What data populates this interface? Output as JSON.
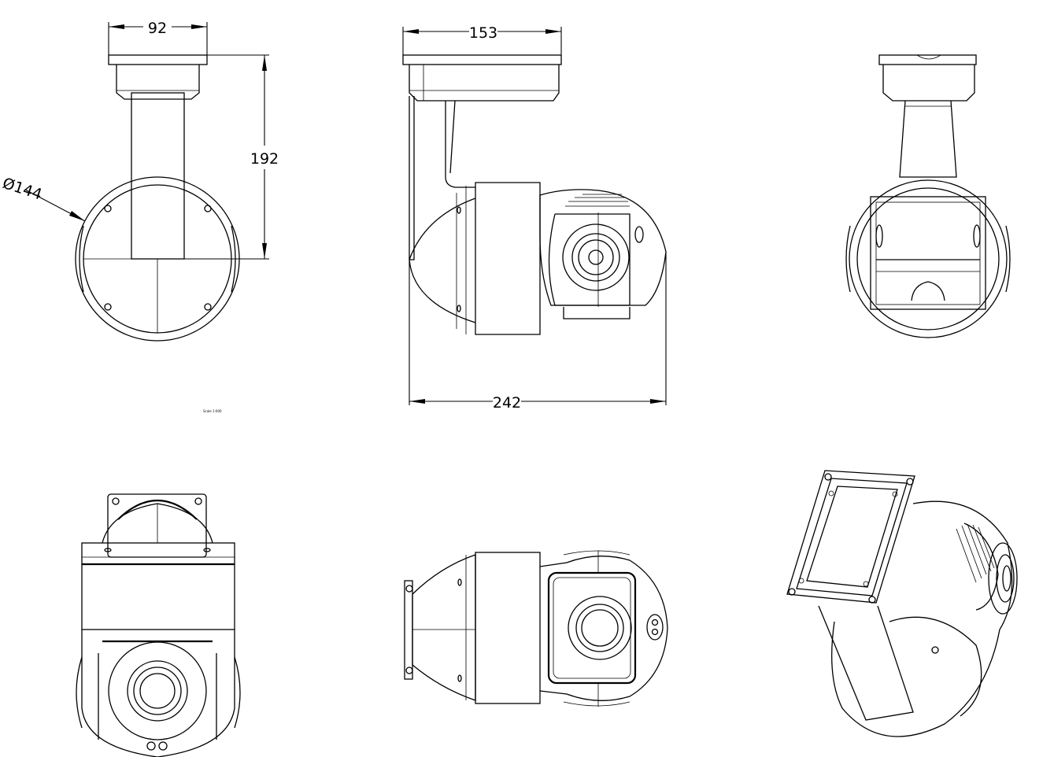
{
  "dimensions": {
    "width_top": "92",
    "height": "192",
    "diameter": "Ø144",
    "depth_top": "153",
    "total_width": "242"
  },
  "scale_note": "Scale 1:000"
}
